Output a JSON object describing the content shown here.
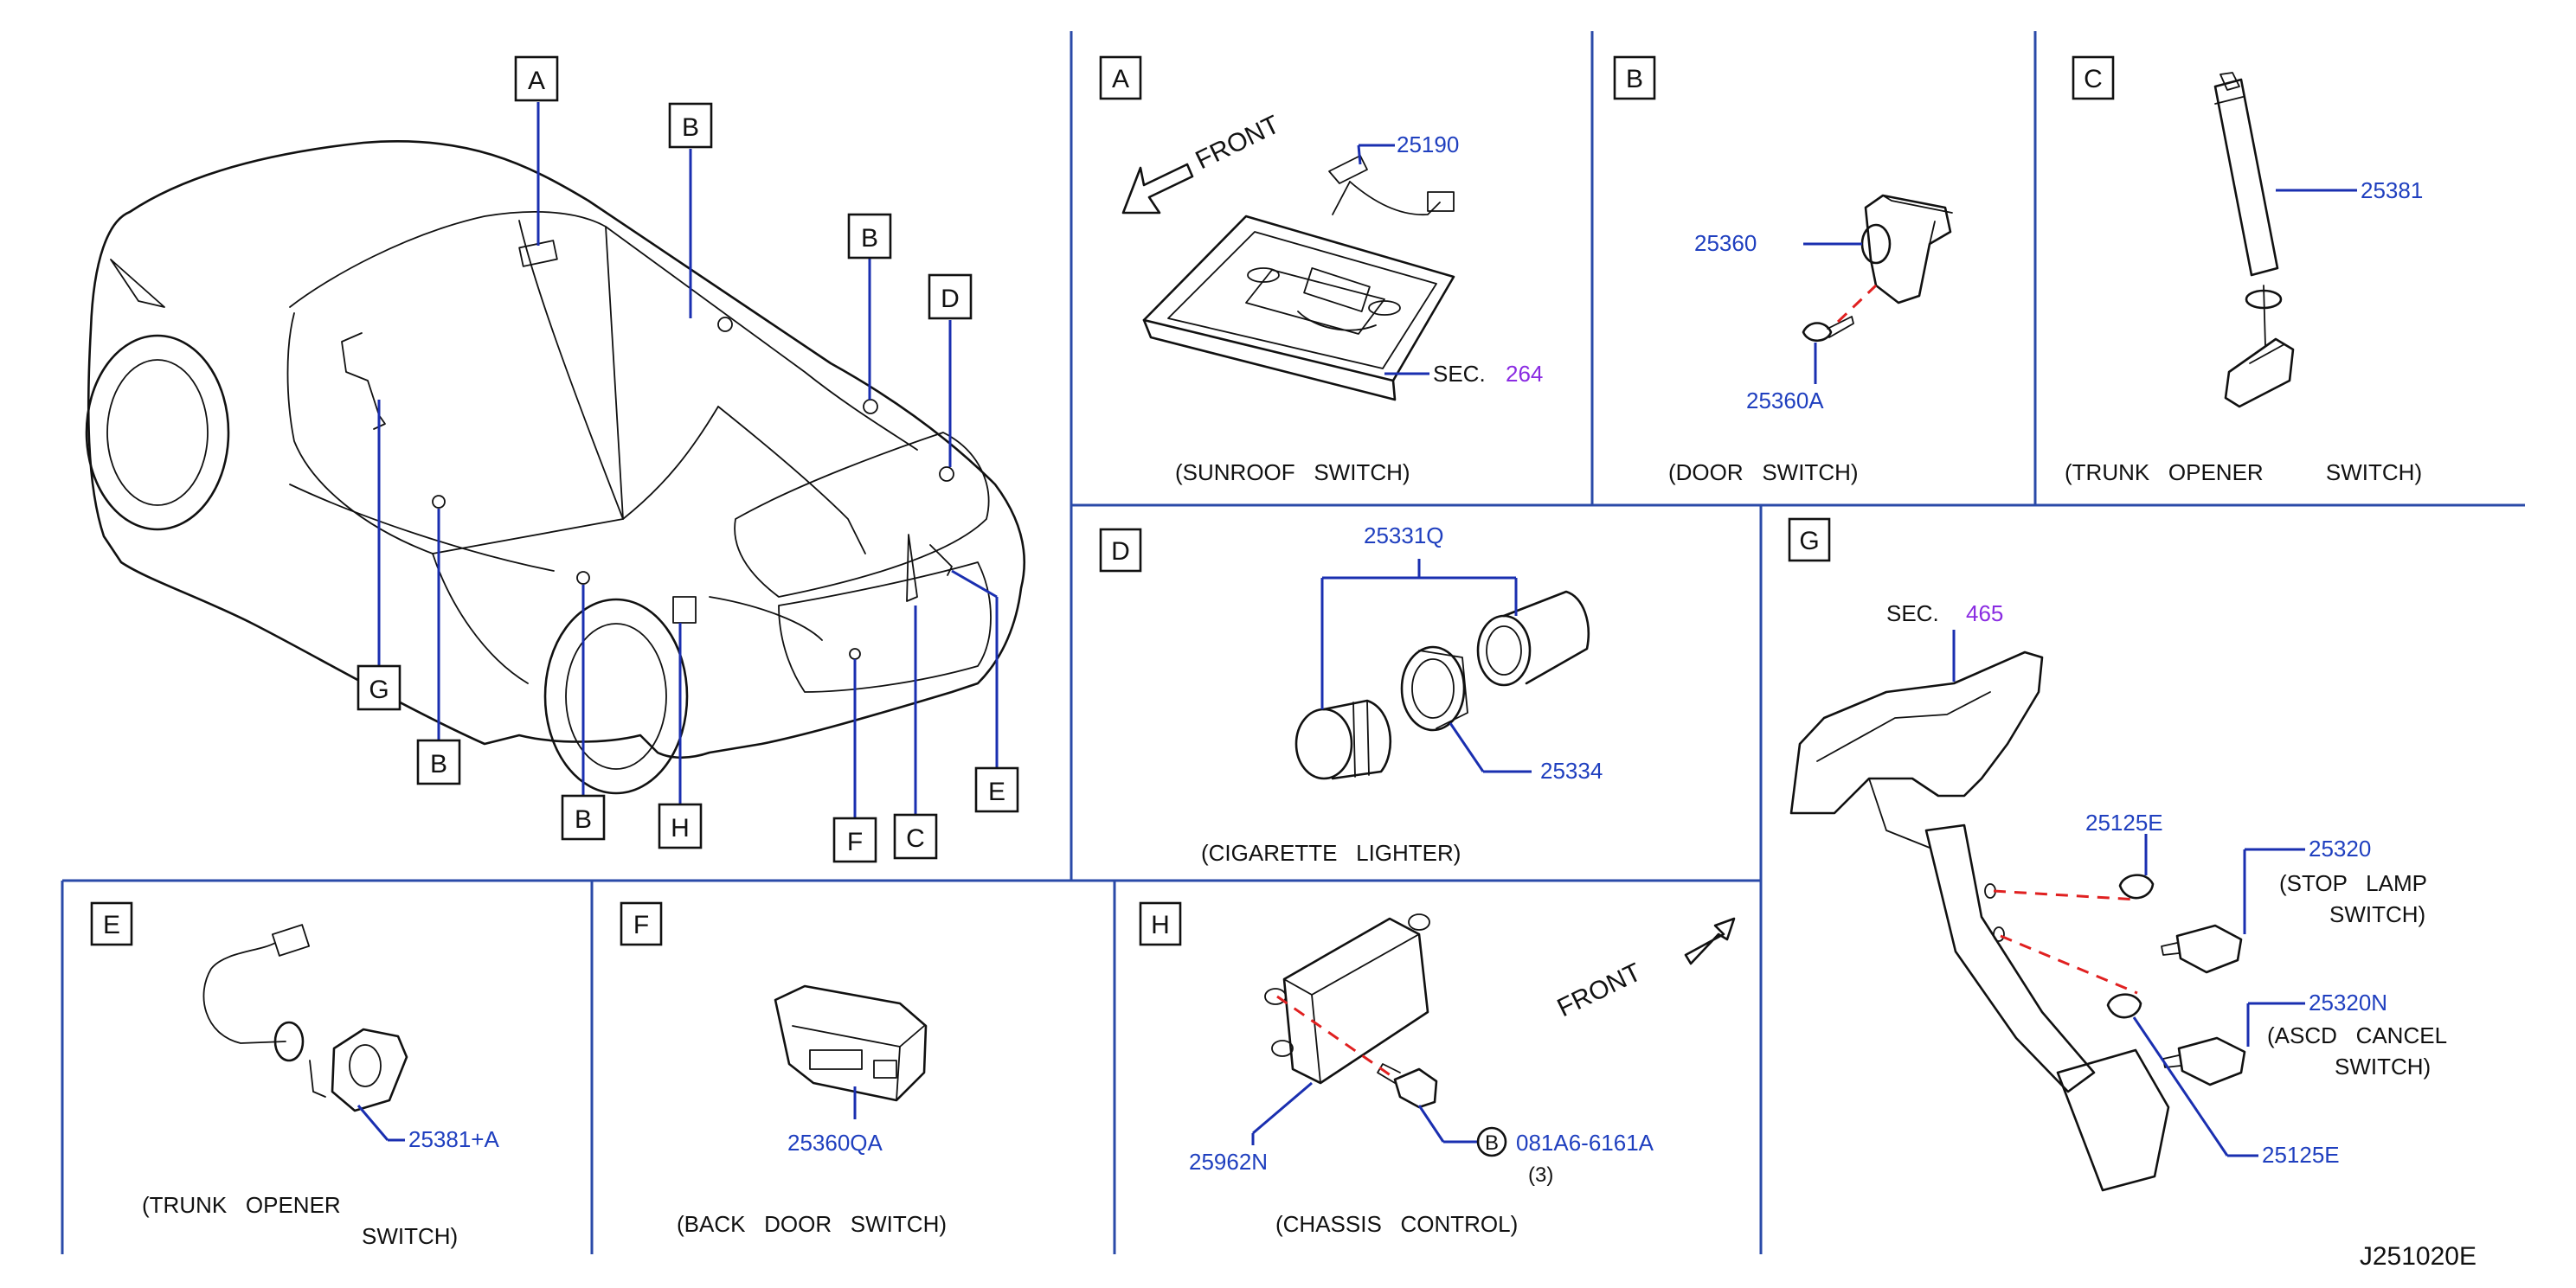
{
  "diagram": {
    "code": "J251020E",
    "overview_callouts": [
      "A",
      "B",
      "B",
      "D",
      "G",
      "B",
      "B",
      "H",
      "F",
      "C",
      "E"
    ],
    "sections": {
      "A": {
        "letter": "A",
        "caption": "(SUNROOF   SWITCH)",
        "front": "FRONT",
        "part_1": "25190",
        "sec_label": "SEC.",
        "sec_num": "264"
      },
      "B": {
        "letter": "B",
        "caption": "(DOOR   SWITCH)",
        "part_1": "25360",
        "part_2": "25360A"
      },
      "C": {
        "letter": "C",
        "caption": "(TRUNK   OPENER          SWITCH)",
        "part_1": "25381"
      },
      "D": {
        "letter": "D",
        "caption": "(CIGARETTE   LIGHTER)",
        "part_1": "25331Q",
        "part_2": "25334"
      },
      "E": {
        "letter": "E",
        "caption_1": "(TRUNK   OPENER",
        "caption_2": "SWITCH)",
        "part_1": "25381+A"
      },
      "F": {
        "letter": "F",
        "caption": "(BACK   DOOR   SWITCH)",
        "part_1": "25360QA"
      },
      "G": {
        "letter": "G",
        "sec_label": "SEC.",
        "sec_num": "465",
        "part_1": "25125E",
        "part_2": "25320",
        "stop_1": "(STOP   LAMP",
        "stop_2": "SWITCH)",
        "part_3": "25320N",
        "ascd_1": "(ASCD   CANCEL",
        "ascd_2": "SWITCH)",
        "part_4": "25125E"
      },
      "H": {
        "letter": "H",
        "caption": "(CHASSIS   CONTROL)",
        "front": "FRONT",
        "part_1": "25962N",
        "bolt_circle": "B",
        "part_2": "081A6-6161A",
        "qty": "(3)"
      }
    }
  }
}
